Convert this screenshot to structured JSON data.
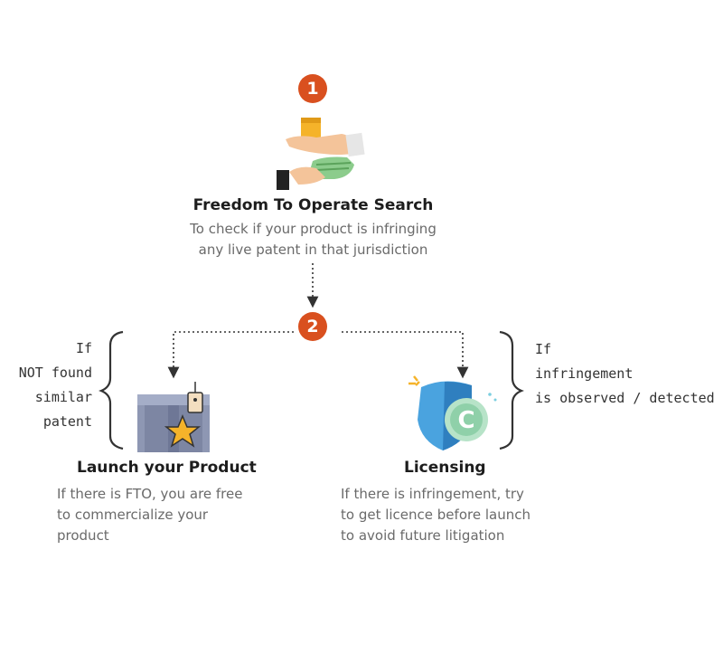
{
  "steps": {
    "step1_number": "1",
    "step2_number": "2"
  },
  "fto": {
    "title": "Freedom To Operate Search",
    "description": "To check if your product is infringing\nany live patent in that jurisdiction"
  },
  "launch": {
    "title": "Launch your Product",
    "description": "If there is FTO, you are free\nto commercialize your\nproduct"
  },
  "licensing": {
    "title": "Licensing",
    "description": "If there is infringement, try\nto get licence before launch\nto avoid future litigation"
  },
  "conditions": {
    "left": "If\nNOT found\nsimilar\npatent",
    "right": "If\ninfringement\nis observed / detected"
  },
  "icons": {
    "step1": "hand-money-exchange-icon",
    "launch": "product-box-star-icon",
    "licensing": "copyright-shield-icon"
  },
  "colors": {
    "accent": "#d9501f"
  }
}
